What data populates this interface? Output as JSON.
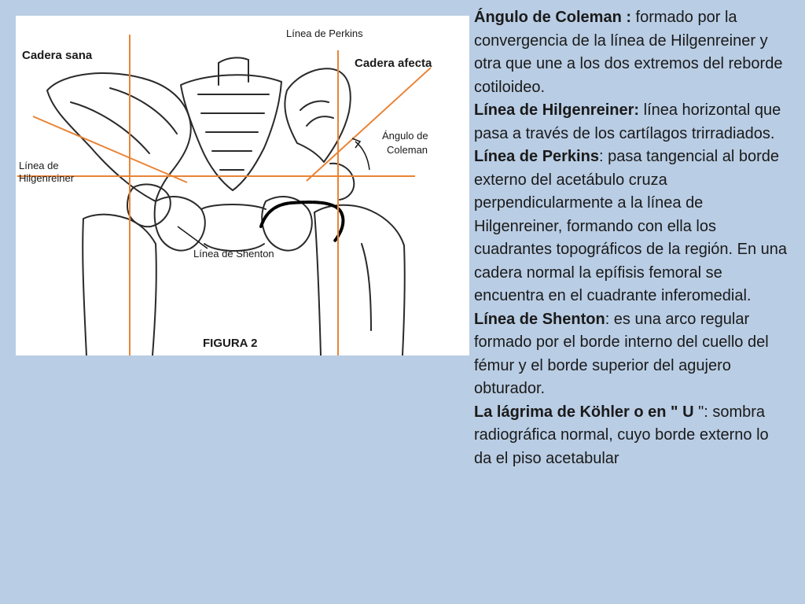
{
  "colors": {
    "background": "#b9cde4",
    "figure_background": "#ffffff",
    "reference_lines": "#e98436",
    "anatomy_ink": "#2a2a2a"
  },
  "figure": {
    "labels": {
      "cadera_sana": "Cadera sana",
      "linea_perkins": "Línea de Perkins",
      "cadera_afecta": "Cadera afecta",
      "angulo_coleman_1": "Ángulo de",
      "angulo_coleman_2": "Coleman",
      "hilgenreiner_1": "Línea de",
      "hilgenreiner_2": "Hilgenreiner",
      "shenton": "Línea de Shenton",
      "caption": "FIGURA 2"
    }
  },
  "definitions": [
    {
      "term": "Ángulo de Coleman :",
      "sep": "",
      "text": " formado por la convergencia de la línea de Hilgenreiner y otra que une a los dos extremos del reborde cotiloideo."
    },
    {
      "term": "Línea de Hilgenreiner:",
      "sep": "",
      "text": " línea horizontal que pasa a través de los cartílagos trirradiados."
    },
    {
      "term": "Línea de Perkins",
      "sep": ":",
      "text": " pasa tangencial al borde externo del acetábulo cruza perpendicularmente a la línea de Hilgenreiner, formando con ella los cuadrantes topográficos de la región. En una cadera normal la epífisis femoral se encuentra en el cuadrante inferomedial."
    },
    {
      "term": "Línea de Shenton",
      "sep": ":",
      "text": " es una arco regular formado por el borde interno del cuello del fémur y el borde superior del agujero obturador."
    },
    {
      "term": "La lágrima de Köhler o en \" U ",
      "sep": "\":",
      "text": " sombra radiográfica normal, cuyo borde externo lo da el piso acetabular"
    }
  ]
}
